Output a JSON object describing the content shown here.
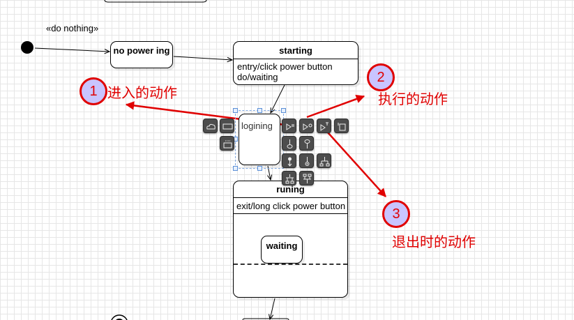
{
  "diagram": {
    "initial_label": "«do nothing»",
    "states": {
      "no_power": {
        "name": "no power ing"
      },
      "starting": {
        "name": "starting",
        "entry": "entry/click power button",
        "do": "do/waiting"
      },
      "logining": {
        "name": "logining"
      },
      "runing": {
        "name": "runing",
        "exit": "exit/long click power button",
        "sub_state": "waiting"
      }
    }
  },
  "annotations": [
    {
      "number": "1",
      "text": "进入的动作"
    },
    {
      "number": "2",
      "text": "执行的动作"
    },
    {
      "number": "3",
      "text": "退出时的动作"
    }
  ],
  "toolbar": {
    "icons": [
      "cloud-shape-icon",
      "rectangle-shape-icon",
      "activity-shape-icon",
      "entry-action-icon",
      "do-action-icon",
      "exit-action-icon",
      "outgoing-transition-icon",
      "fork-down-icon",
      "join-down-icon",
      "initial-pin-icon",
      "final-pin-icon",
      "choice-branch-icon",
      "fork-bar-icon",
      "join-bar-icon"
    ]
  },
  "colors": {
    "annotation": "#e00000",
    "badge_fill": "#c9c4ff",
    "toolbar": "#4d4d4d",
    "selection": "#5b8fd6"
  }
}
